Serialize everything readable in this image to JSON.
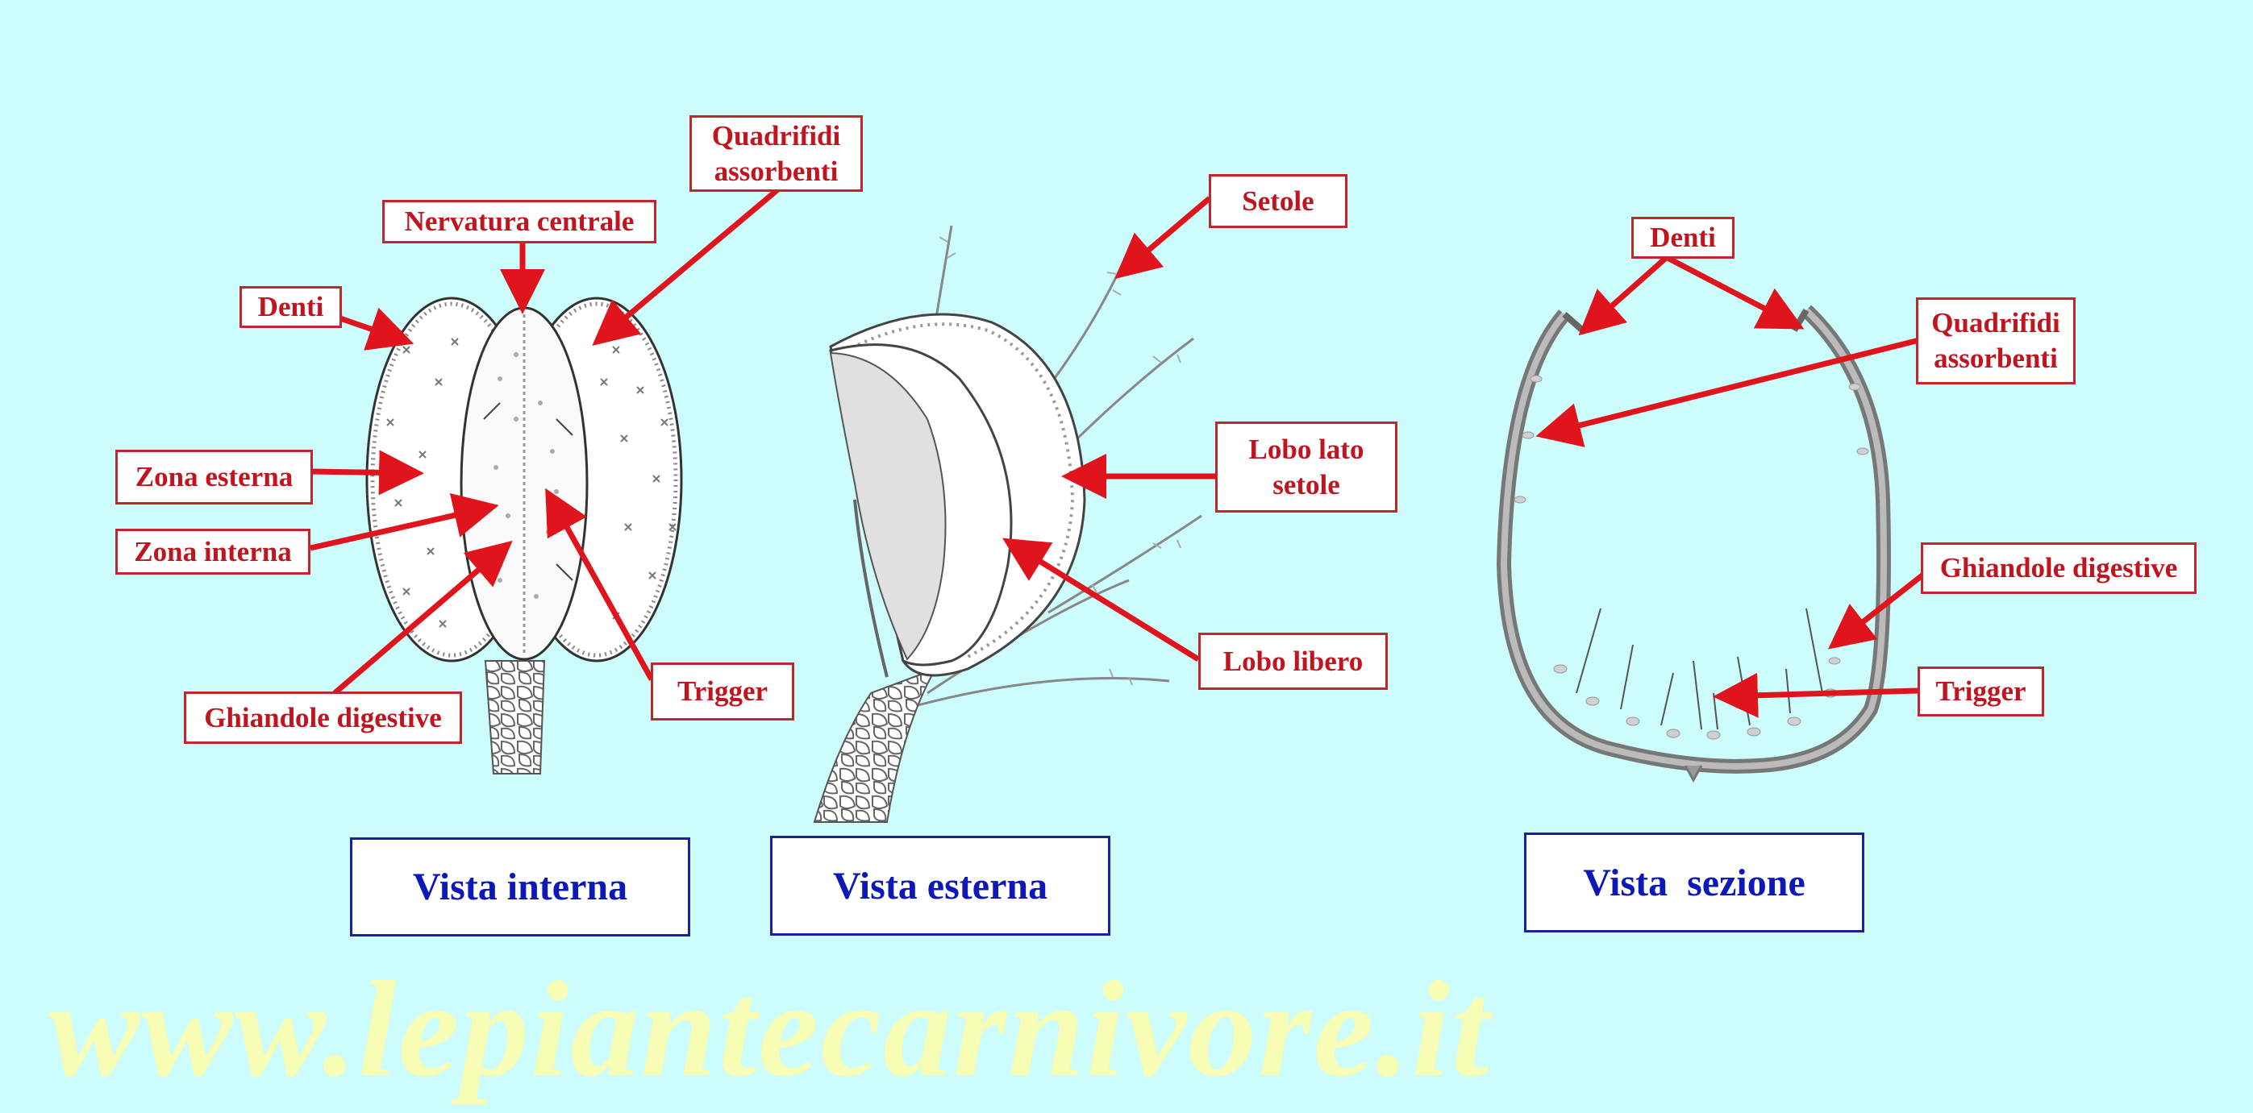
{
  "watermark": "www.lepiantecarnivore.it",
  "colors": {
    "background": "#ccfcfb",
    "label_text": "#c0151e",
    "label_border": "#c0262c",
    "arrow": "#e0141c",
    "view_text": "#0d18b8",
    "view_border": "#1a20a0",
    "watermark": "#f7fdb4"
  },
  "views": {
    "interna": "Vista interna",
    "esterna": "Vista esterna",
    "sezione": "Vista  sezione"
  },
  "labels_interna": {
    "denti": "Denti",
    "nervatura": "Nervatura centrale",
    "quadrifidi": "Quadrifidi\nassorbenti",
    "zona_esterna": "Zona esterna",
    "zona_interna": "Zona interna",
    "ghiandole": "Ghiandole digestive",
    "trigger": "Trigger"
  },
  "labels_esterna": {
    "setole": "Setole",
    "lobo_lato_setole": "Lobo lato\nsetole",
    "lobo_libero": "Lobo libero"
  },
  "labels_sezione": {
    "denti": "Denti",
    "quadrifidi": "Quadrifidi\nassorbenti",
    "ghiandole": "Ghiandole digestive",
    "trigger": "Trigger"
  }
}
